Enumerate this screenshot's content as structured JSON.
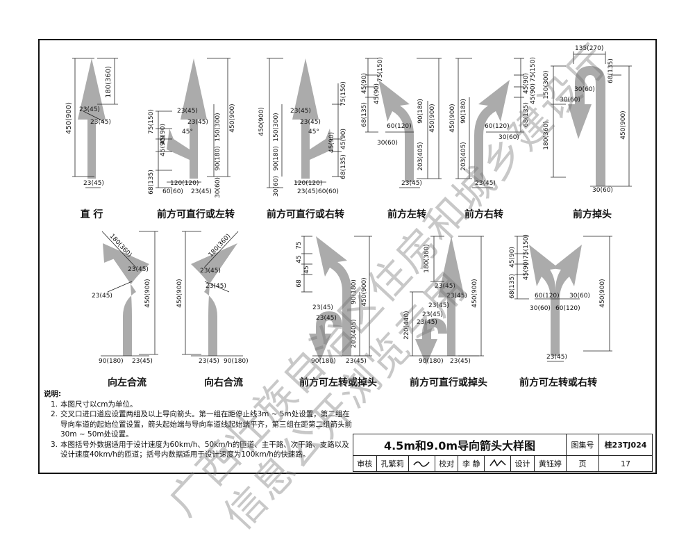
{
  "captions": {
    "straight": "直 行",
    "straight_left": "前方可直行或左转",
    "straight_right": "前方可直行或右转",
    "left": "前方左转",
    "right": "前方右转",
    "uturn": "前方掉头",
    "merge_left": "向左合流",
    "merge_right": "向右合流",
    "left_uturn": "前方可左转或掉头",
    "straight_uturn": "前方可直行或掉头",
    "left_right": "前方可左转或右转"
  },
  "dims": {
    "d450": "450(900)",
    "d180": "180(360)",
    "d23": "23(45)",
    "d75": "75(150)",
    "d150": "150(300)",
    "d45": "45(90)",
    "d90": "90(180)",
    "d68": "68(135)",
    "d120": "120(120)",
    "d60": "60(60)",
    "d30": "30(60)",
    "d60b": "60(120)",
    "d203": "203(405)",
    "d135": "135(270)",
    "d220": "220(440)",
    "angle": "45°",
    "d75s": "75",
    "d45s": "45",
    "d68s": "68"
  },
  "notes": {
    "title": "说明:",
    "items": [
      {
        "num": "1.",
        "text": "本图尺寸以cm为单位。"
      },
      {
        "num": "2.",
        "text": "交叉口进口道应设置两组及以上导向箭头。第一组在距停止线3m ~ 5m处设置，第二组在导向车道的起始位置设置，箭头起始端与导向车道线起始端平齐，第三组在距第二组箭头前30m ~ 50m处设置。"
      },
      {
        "num": "3.",
        "text": "本图括号外数据适用于设计速度为60km/h、50km/h的匝道、主干路、次干路、支路以及设计速度40km/h的匝道；括号内数据适用于设计速度为100km/h的快速路。"
      }
    ]
  },
  "titleblock": {
    "title": "4.5m和9.0m导向箭头大样图",
    "atlas_label": "图集号",
    "atlas_no": "桂23TJ024",
    "review_label": "审核",
    "reviewer": "孔繁莉",
    "check_label": "校对",
    "checker": "李 静",
    "design_label": "设计",
    "designer": "黄钰婷",
    "page_label": "页",
    "page_no": "17"
  },
  "watermark": {
    "line1": "广西壮族自治区住房和城乡建设厅",
    "line2": "信息公开浏览专用"
  }
}
